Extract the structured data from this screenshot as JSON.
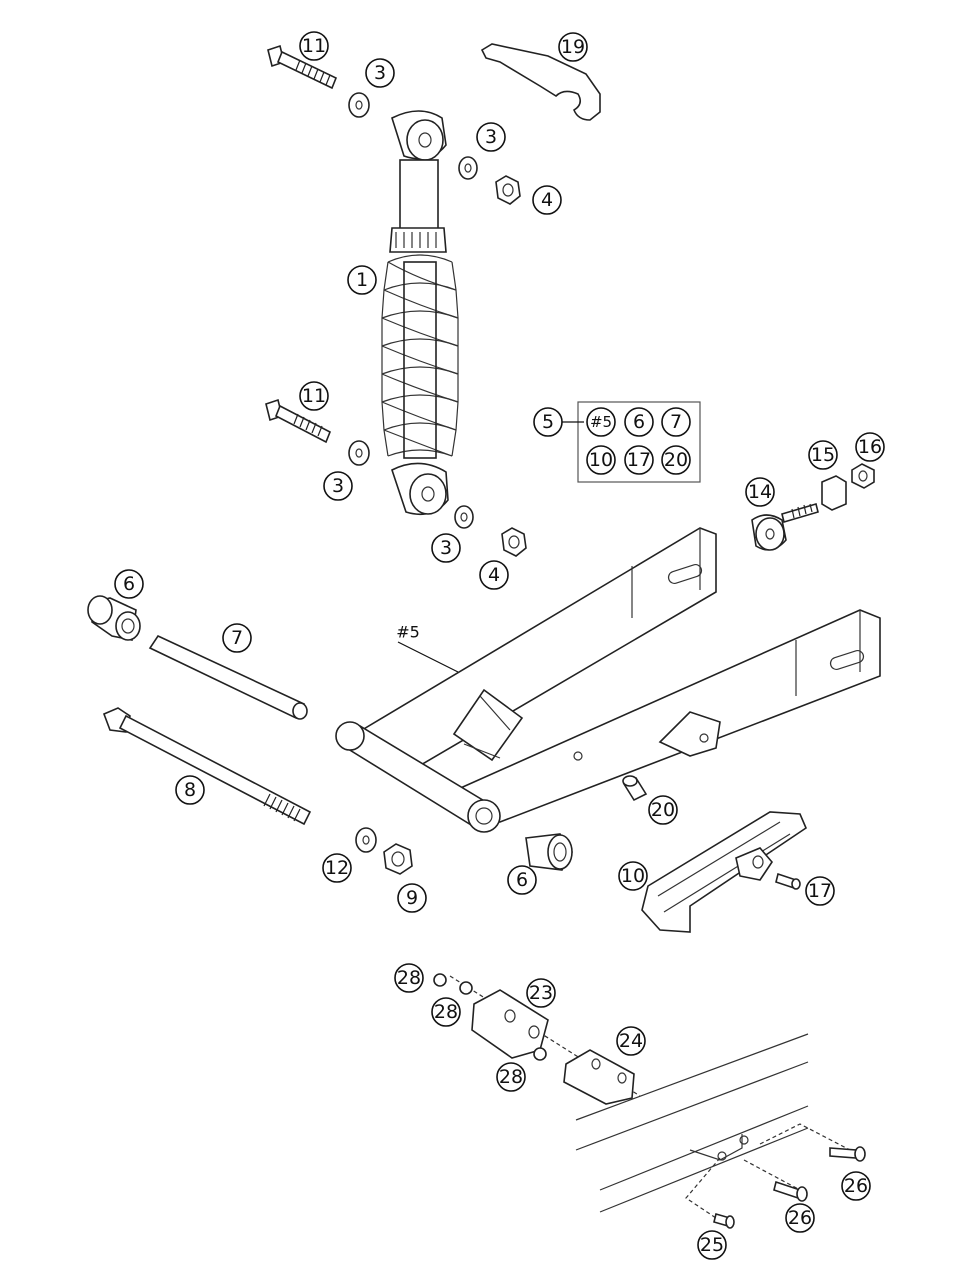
{
  "callouts": {
    "c11a": "11",
    "c19": "19",
    "c3a": "3",
    "c3b": "3",
    "c4a": "4",
    "c1": "1",
    "c11b": "11",
    "c3c": "3",
    "c3d": "3",
    "c4b": "4",
    "c5": "5",
    "c5_in": "#5",
    "c6_in": "6",
    "c7_in": "7",
    "c10_in": "10",
    "c17_in": "17",
    "c20_in": "20",
    "c14": "14",
    "c15": "15",
    "c16": "16",
    "c6a": "6",
    "c7": "7",
    "c8": "8",
    "c12": "12",
    "c9": "9",
    "c6b": "6",
    "c20": "20",
    "c10": "10",
    "c17": "17",
    "c28a": "28",
    "c28b": "28",
    "c23": "23",
    "c24": "24",
    "c28c": "28",
    "c26a": "26",
    "c26b": "26",
    "c25": "25"
  },
  "labels": {
    "swingarm_ref": "#5"
  }
}
